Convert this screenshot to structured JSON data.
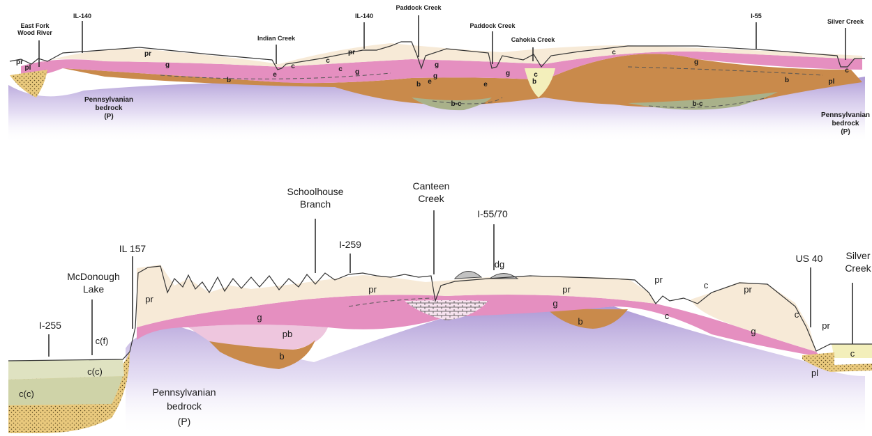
{
  "colors": {
    "bedrock": "#b9a5d9",
    "pr": "#f7ead7",
    "g": "#e58fc0",
    "b": "#c98a4b",
    "bc": "#a9b18a",
    "pb": "#eec6de",
    "c": "#f3efbb",
    "cc": "#cfd3a8",
    "gravel": "#e9c97d",
    "dg": "#c2c2c2"
  },
  "top_section": {
    "features": [
      {
        "id": "east-fork",
        "text": "East Fork\nWood River"
      },
      {
        "id": "il140-a",
        "text": "IL-140"
      },
      {
        "id": "indian-creek",
        "text": "Indian Creek"
      },
      {
        "id": "il140-b",
        "text": "IL-140"
      },
      {
        "id": "paddock-1",
        "text": "Paddock Creek"
      },
      {
        "id": "paddock-2",
        "text": "Paddock Creek"
      },
      {
        "id": "cahokia",
        "text": "Cahokia Creek"
      },
      {
        "id": "i55",
        "text": "I-55"
      },
      {
        "id": "silver-top",
        "text": "Silver Creek"
      }
    ],
    "units": [
      {
        "id": "pr-1",
        "text": "pr"
      },
      {
        "id": "pl-1",
        "text": "pl"
      },
      {
        "id": "pr-2",
        "text": "pr"
      },
      {
        "id": "pr-3",
        "text": "pr"
      },
      {
        "id": "g-1",
        "text": "g"
      },
      {
        "id": "g-2",
        "text": "g"
      },
      {
        "id": "g-3",
        "text": "g"
      },
      {
        "id": "g-4",
        "text": "g"
      },
      {
        "id": "g-5",
        "text": "g"
      },
      {
        "id": "g-6",
        "text": "g"
      },
      {
        "id": "b-1",
        "text": "b"
      },
      {
        "id": "b-2",
        "text": "b"
      },
      {
        "id": "b-3",
        "text": "b"
      },
      {
        "id": "b-4",
        "text": "b"
      },
      {
        "id": "c-1",
        "text": "c"
      },
      {
        "id": "c-2",
        "text": "c"
      },
      {
        "id": "c-3",
        "text": "c"
      },
      {
        "id": "c-4",
        "text": "c"
      },
      {
        "id": "c-5",
        "text": "c"
      },
      {
        "id": "c-6",
        "text": "c"
      },
      {
        "id": "e-1",
        "text": "e"
      },
      {
        "id": "e-2",
        "text": "e"
      },
      {
        "id": "e-3",
        "text": "e"
      },
      {
        "id": "bc-1",
        "text": "b-c"
      },
      {
        "id": "bc-2",
        "text": "b-c"
      },
      {
        "id": "pl-2",
        "text": "pl"
      }
    ],
    "bedrock": {
      "line1": "Pennsylvanian",
      "line2": "bedrock",
      "line3": "(P)"
    },
    "bedrock_right": {
      "line1": "Pennsylvanian",
      "line2": "bedrock",
      "line3": "(P)"
    }
  },
  "bottom_section": {
    "features": [
      {
        "id": "schoolhouse",
        "text": "Schoolhouse\nBranch"
      },
      {
        "id": "canteen",
        "text": "Canteen\nCreek"
      },
      {
        "id": "i5570",
        "text": "I-55/70"
      },
      {
        "id": "i259",
        "text": "I-259"
      },
      {
        "id": "il157",
        "text": "IL 157"
      },
      {
        "id": "mcdonough",
        "text": "McDonough\nLake"
      },
      {
        "id": "i255",
        "text": "I-255"
      },
      {
        "id": "us40",
        "text": "US 40"
      },
      {
        "id": "silver-bottom",
        "text": "Silver\nCreek"
      }
    ],
    "units": [
      {
        "id": "dg",
        "text": "dg"
      },
      {
        "id": "pr-a",
        "text": "pr"
      },
      {
        "id": "pr-b",
        "text": "pr"
      },
      {
        "id": "pr-c",
        "text": "pr"
      },
      {
        "id": "pr-d",
        "text": "pr"
      },
      {
        "id": "pr-e",
        "text": "pr"
      },
      {
        "id": "pr-f",
        "text": "pr"
      },
      {
        "id": "g-a",
        "text": "g"
      },
      {
        "id": "g-b",
        "text": "g"
      },
      {
        "id": "g-c",
        "text": "g"
      },
      {
        "id": "pb",
        "text": "pb"
      },
      {
        "id": "b-a",
        "text": "b"
      },
      {
        "id": "b-b",
        "text": "b"
      },
      {
        "id": "c-a",
        "text": "c"
      },
      {
        "id": "c-b",
        "text": "c"
      },
      {
        "id": "c-c",
        "text": "c"
      },
      {
        "id": "c-d",
        "text": "c"
      },
      {
        "id": "cf",
        "text": "c(f)"
      },
      {
        "id": "cc-1",
        "text": "c(c)"
      },
      {
        "id": "cc-2",
        "text": "c(c)"
      },
      {
        "id": "pl",
        "text": "pl"
      }
    ],
    "bedrock": {
      "line1": "Pennsylvanian",
      "line2": "bedrock",
      "line3": "(P)"
    }
  }
}
